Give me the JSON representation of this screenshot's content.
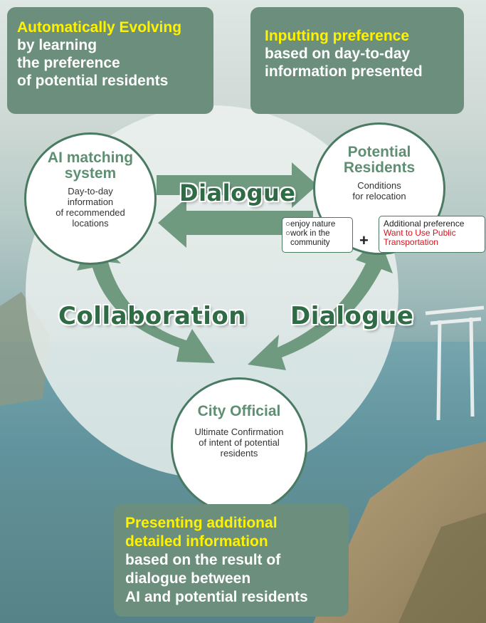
{
  "boxes": {
    "top_left": {
      "highlight": "Automatically Evolving",
      "lines": [
        "by learning",
        "the preference",
        "of potential residents"
      ]
    },
    "top_right": {
      "highlight": "Inputting preference",
      "lines": [
        "based on day-to-day",
        "information presented"
      ]
    },
    "bottom": {
      "highlight_lines": [
        "Presenting additional",
        "detailed information"
      ],
      "lines": [
        "based on the result of",
        "dialogue between",
        "AI and potential residents"
      ]
    }
  },
  "nodes": {
    "ai": {
      "title_lines": [
        "AI matching",
        "system"
      ],
      "sub_lines": [
        "Day-to-day",
        "information",
        "of recommended",
        "locations"
      ]
    },
    "residents": {
      "title_lines": [
        "Potential",
        "Residents"
      ],
      "sub_lines": [
        "Conditions",
        "for relocation"
      ]
    },
    "official": {
      "title": "City Official",
      "sub_lines": [
        "Ultimate Confirmation",
        "of intent of potential",
        "residents"
      ]
    }
  },
  "labels": {
    "dialogue_top": "Dialogue",
    "collaboration": "Collaboration",
    "dialogue_right": "Dialogue"
  },
  "conditions": {
    "items": [
      "enjoy nature",
      "work in the community"
    ],
    "plus": "+",
    "additional_title": "Additional preference",
    "additional_value": "Want to Use Public Transportation"
  },
  "colors": {
    "box": "#6b8f7c",
    "highlight": "#fff200",
    "node_title": "#5f8f72",
    "arrow": "#6f9a80",
    "label": "#2f6b45",
    "accent_red": "#d4141e"
  }
}
